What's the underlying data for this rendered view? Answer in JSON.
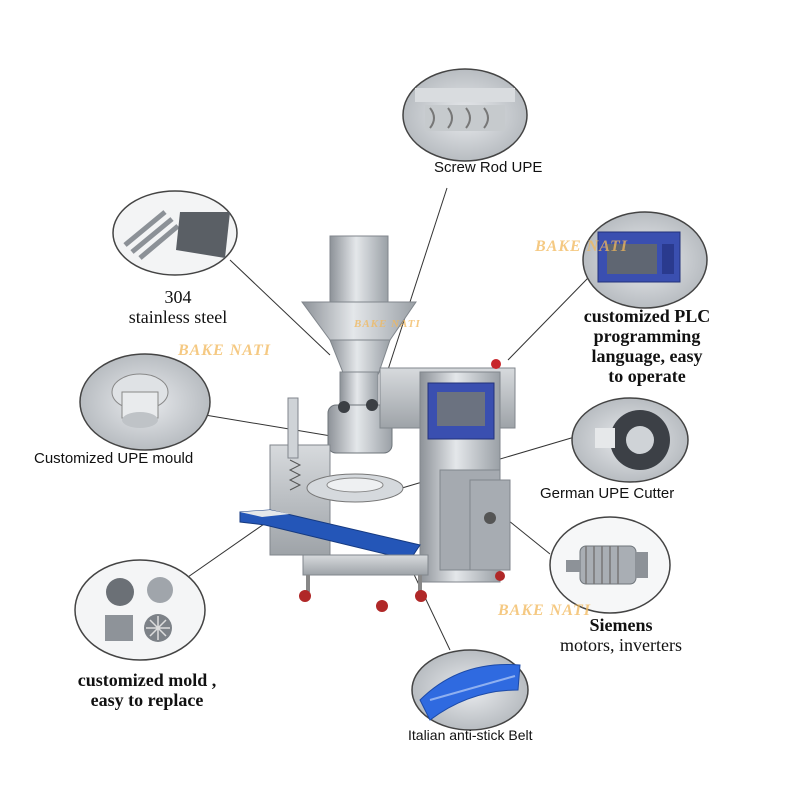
{
  "watermark_text": "BAKE NATI",
  "callouts": {
    "screw_rod": "Screw Rod UPE",
    "stainless": [
      "304",
      "stainless steel"
    ],
    "plc": [
      "customized PLC",
      "programming",
      "language, easy",
      "to operate"
    ],
    "upe_mould": "Customized UPE mould",
    "cutter": "German UPE Cutter",
    "mold": [
      "customized mold ,",
      "easy to replace"
    ],
    "siemens": [
      "Siemens",
      "motors, inverters"
    ],
    "belt": "Italian anti-stick Belt"
  },
  "colors": {
    "machine_steel": "#b9bec4",
    "panel_blue": "#3a4fb0",
    "belt_blue": "#2456b8",
    "watermark": "#f2b85a"
  }
}
